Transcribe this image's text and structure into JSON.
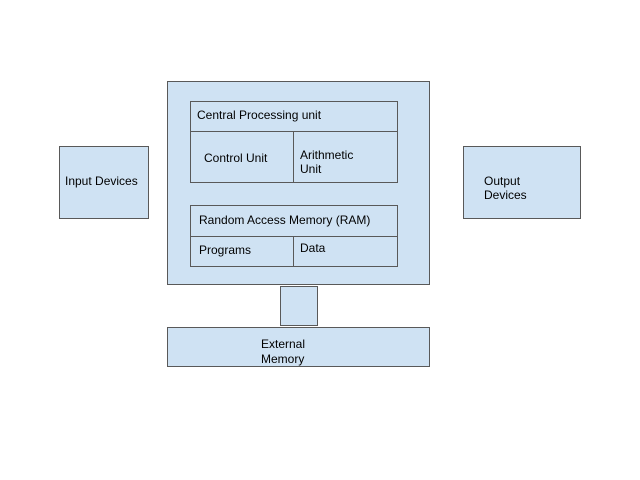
{
  "diagram": {
    "input": "Input Devices",
    "output_line1": "Output",
    "output_line2": "Devices",
    "cpu_title": "Central Processing unit",
    "control_unit": "Control Unit",
    "arith_line1": "Arithmetic",
    "arith_line2": "Unit",
    "ram_title": "Random Access Memory (RAM)",
    "programs": "Programs",
    "data": "Data",
    "ext_line1": "External",
    "ext_line2": "Memory"
  },
  "colors": {
    "fill": "#cfe2f3",
    "stroke": "#595959"
  }
}
